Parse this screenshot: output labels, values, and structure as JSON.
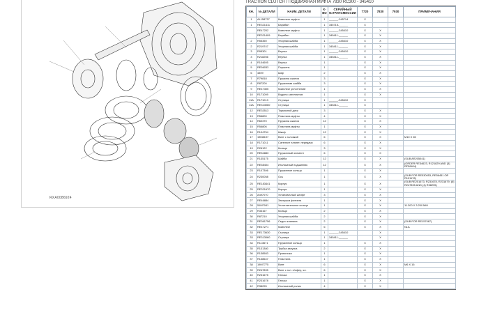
{
  "page_title": "TRACTION CLUTCH / ПОДВИЖНАЯ МУФТА 7830 RC300 - 345410",
  "diagram": {
    "label": "RXA0086924"
  },
  "table": {
    "headers": [
      "КН.",
      "№ ДЕТАЛИ",
      "НАИМ. ДЕТАЛИ",
      "К-ВО",
      "СЕРИЙНЫЙ №ТРАНСМИССИИ",
      "7720",
      "7830",
      "7930",
      "ПРИМЕЧАНИЯ"
    ],
    "rows": [
      [
        "1",
        "AL158737",
        "Комплект муфты",
        "1",
        "______-345714",
        "X",
        "",
        "",
        ""
      ],
      [
        "1",
        "RE321411",
        "Барабан",
        "1",
        "345715-______",
        "X",
        "",
        "",
        ""
      ],
      [
        "",
        "RE47202",
        "Комплект муфты",
        "1",
        "______-345410",
        "X",
        "X",
        "",
        ""
      ],
      [
        "",
        "RE321409",
        "Барабан",
        "1",
        "345411-______",
        "X",
        "X",
        "",
        ""
      ],
      [
        "2",
        "R55350",
        "Упорная шайба",
        "1",
        "______-345410",
        "X",
        "X",
        "",
        ""
      ],
      [
        "2",
        "R219747",
        "Упорная шайба",
        "1",
        "345411-______",
        "X",
        "X",
        "",
        ""
      ],
      [
        "3",
        "R95301",
        "Втулка",
        "1",
        "______-345410",
        "X",
        "X",
        "",
        ""
      ],
      [
        "3",
        "R218266",
        "Втулка",
        "1",
        "345411-______",
        "X",
        "X",
        "",
        ""
      ],
      [
        "4",
        "R104605",
        "Втулка",
        "1",
        "",
        "X",
        "X",
        "",
        ""
      ],
      [
        "5",
        "RE56033",
        "Поршень",
        "1",
        "",
        "X",
        "X",
        "",
        ""
      ],
      [
        "6",
        "4309",
        "Шар",
        "2",
        "",
        "X",
        "X",
        "",
        ""
      ],
      [
        "7",
        "R79818",
        "Пружина сжатия",
        "3",
        "",
        "X",
        "X",
        "",
        ""
      ],
      [
        "8",
        "R87200",
        "Пружинная шайба",
        "3",
        "",
        "X",
        "X",
        "",
        ""
      ],
      [
        "9",
        "RE47305",
        "Комплект уплотнений",
        "1",
        "",
        "X",
        "X",
        "",
        ""
      ],
      [
        "10",
        "R171009",
        "Водило сателлитов",
        "1",
        "",
        "X",
        "X",
        "",
        ""
      ],
      [
        "11A",
        "R171013",
        "Ступица",
        "1",
        "______-345410",
        "X",
        "",
        "",
        ""
      ],
      [
        "11A",
        "RE313060",
        "Ступица",
        "1",
        "345411-______",
        "X",
        "",
        "",
        ""
      ],
      [
        "12",
        "RE33513",
        "Тормозной диск",
        "3",
        "",
        "X",
        "X",
        "",
        ""
      ],
      [
        "13",
        "R56800",
        "Пластина муфты",
        "4",
        "",
        "X",
        "X",
        "",
        ""
      ],
      [
        "14",
        "R60370",
        "Пружина сжатия",
        "12",
        "",
        "X",
        "X",
        "",
        ""
      ],
      [
        "15",
        "R56806",
        "Пластина муфты",
        "1",
        "",
        "X",
        "X",
        "",
        ""
      ],
      [
        "16",
        "R104754",
        "Шкиф",
        "12",
        "",
        "X",
        "X",
        "",
        ""
      ],
      [
        "17",
        "19M8197",
        "Винт с головкой",
        "6",
        "",
        "X",
        "X",
        "",
        "M10 X 65"
      ],
      [
        "18",
        "R171011",
        "Сателлит планет. передачи",
        "6",
        "",
        "X",
        "X",
        "",
        ""
      ],
      [
        "19",
        "R26122",
        "Кольцо",
        "3",
        "",
        "X",
        "X",
        "",
        ""
      ],
      [
        "20",
        "RE54883",
        "Пружинный элемент",
        "6",
        "",
        "X",
        "X",
        "",
        ""
      ],
      [
        "21",
        "R135175",
        "Шайба",
        "12",
        "",
        "X",
        "X",
        "",
        "(SUB AR205041)"
      ],
      [
        "22",
        "RE58404",
        "Игольчатый подшипник",
        "12",
        "",
        "X",
        "X",
        "",
        "(ORDER RE34623, R121829 AND (3) RF58404)"
      ],
      [
        "23",
        "R107306",
        "Пружинное кольцо",
        "1",
        "",
        "X",
        "X",
        "",
        ""
      ],
      [
        "24",
        "R230058",
        "Ось",
        "1",
        "",
        "X",
        "X",
        "",
        "(SUB FOR RE530053, RE56451 OR R101178)"
      ],
      [
        "25",
        "RE183441",
        "Корпус",
        "1",
        "",
        "X",
        "X",
        "",
        "(SUB RE251673, R231678, R231679, (6) R247895 AND (4) R38295)"
      ],
      [
        "25",
        "RE321670",
        "Корпус",
        "1",
        "",
        "X",
        "X",
        "",
        ""
      ],
      [
        "26",
        "A497070",
        "Установочный штифт",
        "3",
        "",
        "X",
        "X",
        "",
        ""
      ],
      [
        "27",
        "RE46884",
        "Заглушка фитинга",
        "1",
        "",
        "X",
        "X",
        "",
        ""
      ],
      [
        "28",
        "51M7041",
        "Уплотнительное кольцо",
        "1",
        "",
        "X",
        "X",
        "",
        "11.300 X 3.200 MM"
      ],
      [
        "29",
        "R33167",
        "Кольцо",
        "2",
        "",
        "X",
        "X",
        "",
        ""
      ],
      [
        "30",
        "R87210",
        "Упорная шайба",
        "2",
        "",
        "X",
        "X",
        "",
        ""
      ],
      [
        "31",
        "RE361756",
        "Седло клапана",
        "2",
        "",
        "X",
        "X",
        "",
        "(SUB FOR RE157067)"
      ],
      [
        "32",
        "RE47271",
        "Комплект",
        "6",
        "",
        "X",
        "X",
        "",
        "NLA"
      ],
      [
        "33",
        "RE173630",
        "Ступица",
        "1",
        "______-345410",
        "",
        "X",
        "",
        ""
      ],
      [
        "33",
        "RE313060",
        "Ступица",
        "1",
        "345411-______",
        "",
        "X",
        "",
        ""
      ],
      [
        "34",
        "R113671",
        "Пружинное кольцо",
        "1",
        "",
        "X",
        "X",
        "",
        ""
      ],
      [
        "35",
        "R131380",
        "Трубка запуска",
        "2",
        "",
        "X",
        "X",
        "",
        ""
      ],
      [
        "36",
        "R138583",
        "Проволока",
        "1",
        "",
        "X",
        "X",
        "",
        ""
      ],
      [
        "37",
        "R138647",
        "Пластина",
        "1",
        "",
        "X",
        "X",
        "",
        ""
      ],
      [
        "38",
        "19M7775",
        "Винт",
        "6",
        "",
        "X",
        "X",
        "",
        "M6 X 16"
      ],
      [
        "39",
        "R247895",
        "Винт с гол. п/сфер, кл.",
        "6",
        "",
        "X",
        "X",
        "",
        ""
      ],
      [
        "40",
        "R231675",
        "Гильза",
        "1",
        "",
        "X",
        "X",
        "",
        ""
      ],
      [
        "41",
        "R231678",
        "Гильза",
        "1",
        "",
        "X",
        "X",
        "",
        ""
      ],
      [
        "42",
        "R38295",
        "Игольчатый ролик",
        "4",
        "",
        "X",
        "X",
        "",
        ""
      ]
    ]
  }
}
